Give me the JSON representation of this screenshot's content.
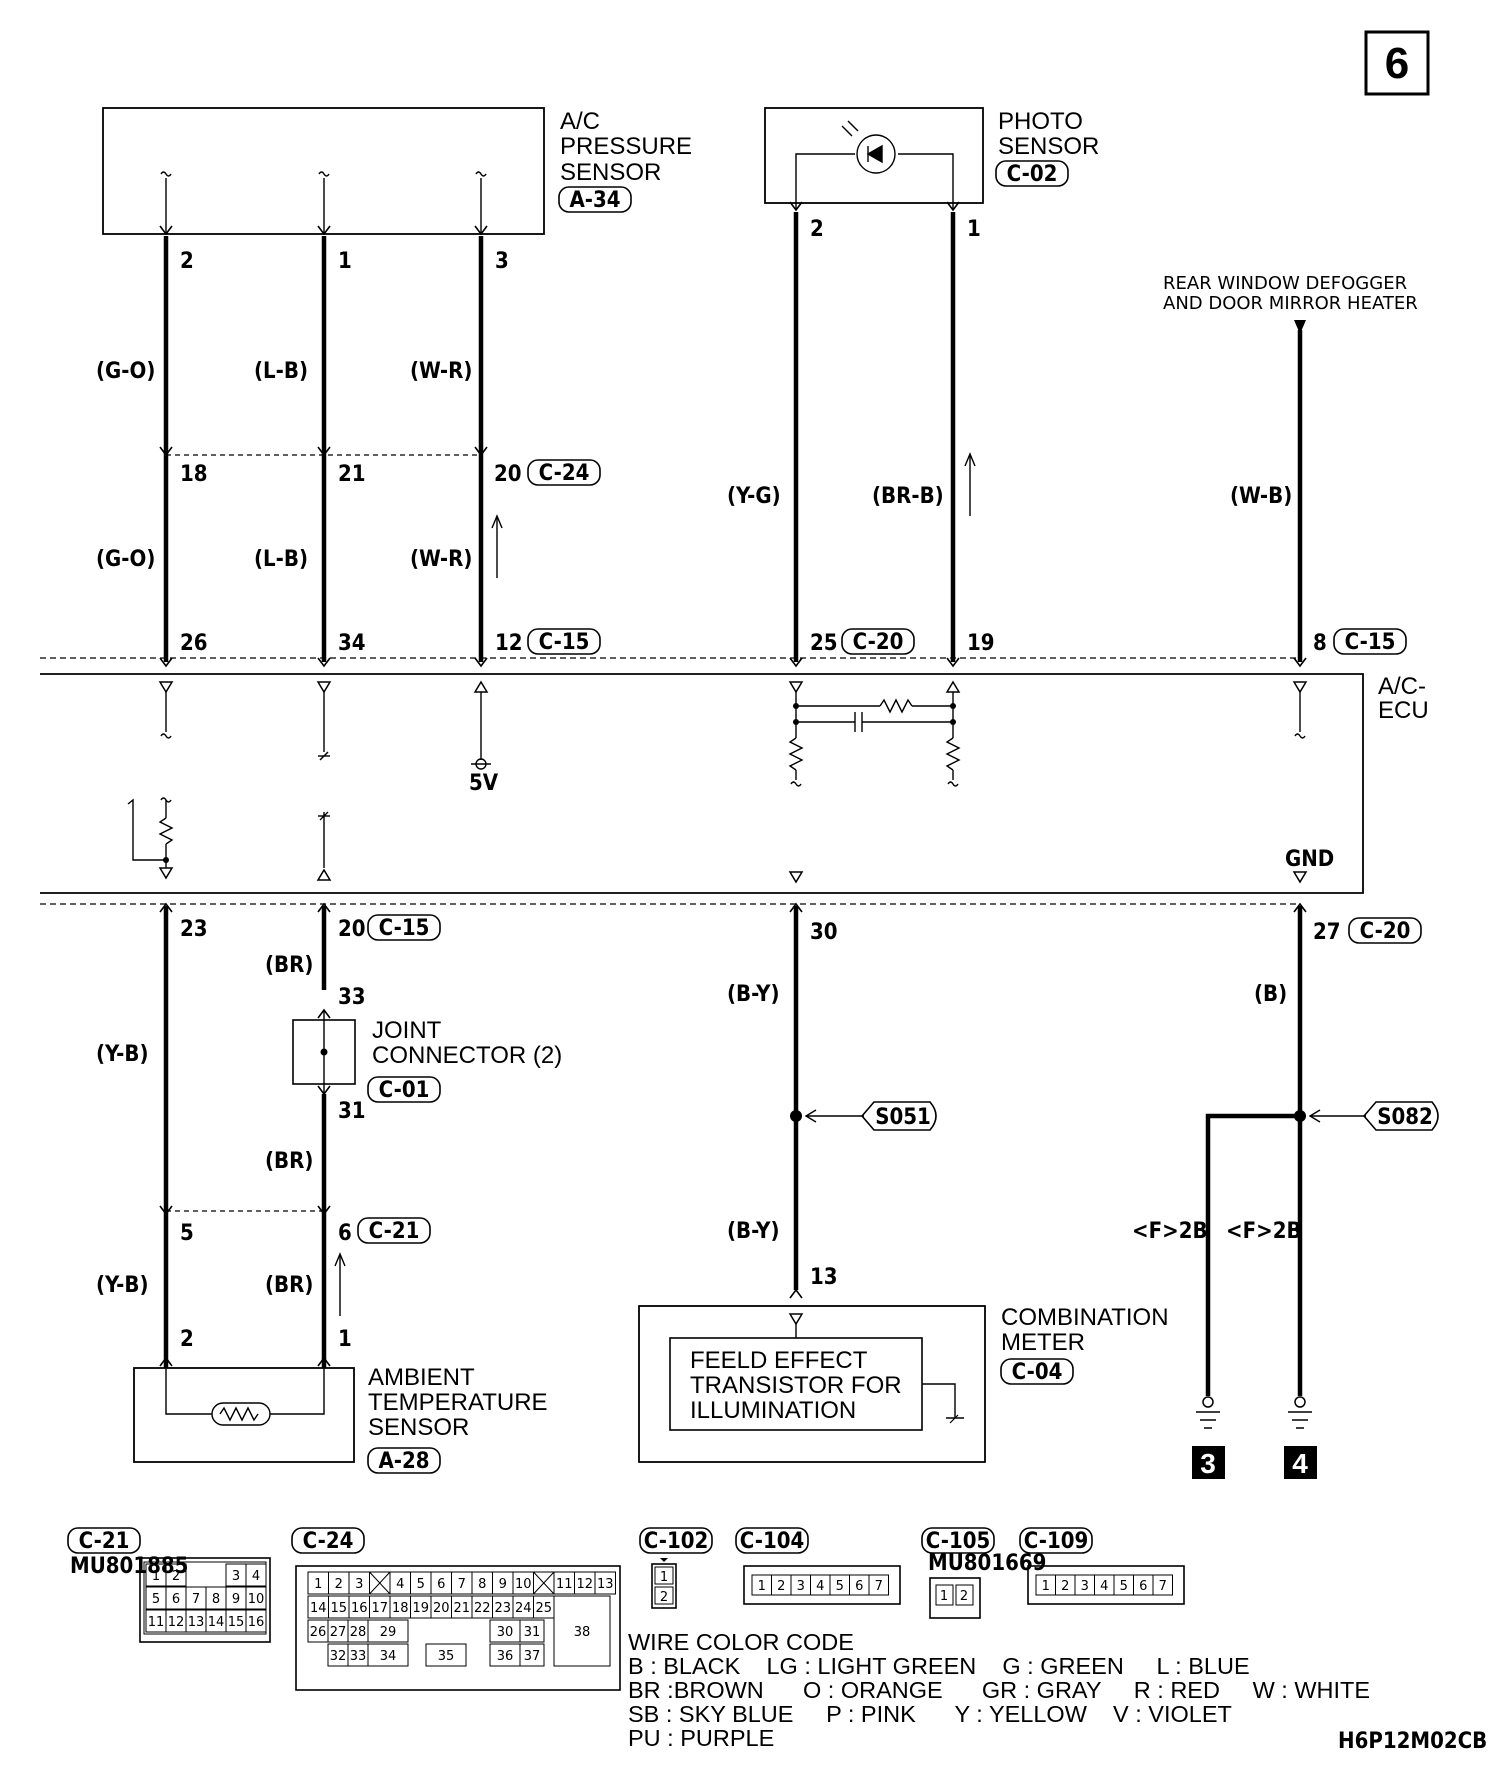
{
  "page_number": "6",
  "figure_code": "H6P12M02CB",
  "ac_pressure_sensor": {
    "title_lines": [
      "A/C",
      "PRESSURE",
      "SENSOR"
    ],
    "connector": "A-34",
    "pins": [
      "2",
      "1",
      "3"
    ]
  },
  "photo_sensor": {
    "title_lines": [
      "PHOTO",
      "SENSOR"
    ],
    "connector": "C-02",
    "pins": [
      "2",
      "1"
    ]
  },
  "defogger_label_lines": [
    "REAR WINDOW DEFOGGER",
    "AND DOOR MIRROR HEATER"
  ],
  "wires_upper": {
    "w1": "(G-O)",
    "w2": "(L-B)",
    "w3": "(W-R)",
    "w1b": "(G-O)",
    "w2b": "(L-B)",
    "w3b": "(W-R)",
    "w4": "(Y-G)",
    "w5": "(BR-B)",
    "w6": "(W-B)"
  },
  "c24_pins": {
    "a": "18",
    "b": "21",
    "c": "20",
    "connector": "C-24"
  },
  "ecu_top_pins": {
    "p1": "26",
    "p2": "34",
    "p3": "12",
    "c15": "C-15",
    "p4": "25",
    "c20": "C-20",
    "p5": "19",
    "p6": "8",
    "c15b": "C-15"
  },
  "ecu": {
    "title_lines": [
      "A/C-",
      "ECU"
    ],
    "voltage": "5V",
    "gnd": "GND"
  },
  "ecu_bottom_pins": {
    "p1": "23",
    "p2": "20",
    "c15": "C-15",
    "p3": "30",
    "p4": "27",
    "c20": "C-20"
  },
  "wires_lower": {
    "yb1": "(Y-B)",
    "br1": "(BR)",
    "br2": "(BR)",
    "yb2": "(Y-B)",
    "br3": "(BR)",
    "by1": "(B-Y)",
    "by2": "(B-Y)",
    "b1": "(B)",
    "f2b_1": "<F>2B",
    "f2b_2": "<F>2B"
  },
  "joint_connector": {
    "title_lines": [
      "JOINT",
      "CONNECTOR (2)"
    ],
    "connector": "C-01",
    "pin_top": "33",
    "pin_bottom": "31"
  },
  "c21_pins": {
    "a": "5",
    "b": "6",
    "connector": "C-21"
  },
  "splices": {
    "s1": "S051",
    "s2": "S082"
  },
  "ambient_sensor": {
    "title_lines": [
      "AMBIENT",
      "TEMPERATURE",
      "SENSOR"
    ],
    "connector": "A-28",
    "pins": [
      "2",
      "1"
    ]
  },
  "combination_meter": {
    "title_lines": [
      "COMBINATION",
      "METER"
    ],
    "connector": "C-04",
    "pin": "13",
    "inner_lines": [
      "FEELD EFFECT",
      "TRANSISTOR FOR",
      "ILLUMINATION"
    ]
  },
  "grounds": [
    "3",
    "4"
  ],
  "connector_views": {
    "c21": {
      "name": "C-21",
      "part": "MU801885",
      "rows": [
        [
          "1",
          "2",
          "",
          "",
          "3",
          "4"
        ],
        [
          "5",
          "6",
          "7",
          "8",
          "9",
          "10"
        ],
        [
          "11",
          "12",
          "13",
          "14",
          "15",
          "16"
        ]
      ]
    },
    "c24": {
      "name": "C-24",
      "row1": [
        "1",
        "2",
        "3",
        "",
        "4",
        "5",
        "6",
        "7",
        "8",
        "9",
        "10",
        "",
        "11",
        "12",
        "13"
      ],
      "row2": [
        "14",
        "15",
        "16",
        "17",
        "18",
        "19",
        "20",
        "21",
        "22",
        "23",
        "24",
        "25"
      ],
      "row3": [
        "26",
        "27",
        "28",
        "29",
        "30",
        "31"
      ],
      "row4": [
        "32",
        "33",
        "34",
        "35",
        "36",
        "37"
      ],
      "big": "38"
    },
    "c102": {
      "name": "C-102",
      "pins": [
        "1",
        "2"
      ]
    },
    "c104": {
      "name": "C-104",
      "pins": [
        "1",
        "2",
        "3",
        "4",
        "5",
        "6",
        "7"
      ]
    },
    "c105": {
      "name": "C-105",
      "part": "MU801669",
      "pins": [
        "1",
        "2"
      ]
    },
    "c109": {
      "name": "C-109",
      "pins": [
        "1",
        "2",
        "3",
        "4",
        "5",
        "6",
        "7"
      ]
    }
  },
  "wire_color_code": {
    "title": "WIRE COLOR CODE",
    "lines": [
      "B : BLACK    LG : LIGHT GREEN    G : GREEN     L : BLUE",
      "BR :BROWN      O : ORANGE      GR : GRAY     R : RED     W : WHITE",
      "SB : SKY BLUE     P : PINK      Y : YELLOW    V : VIOLET",
      "PU : PURPLE"
    ]
  }
}
